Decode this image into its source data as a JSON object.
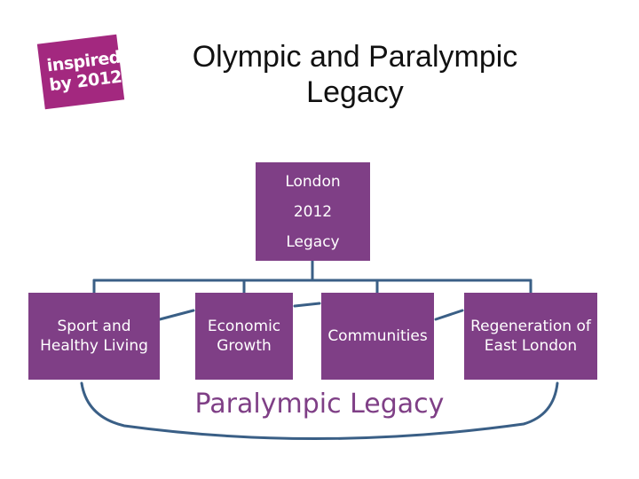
{
  "logo": {
    "line1": "inspired",
    "line2": "by 2012"
  },
  "title": {
    "line1": "Olympic and Paralympic",
    "line2": "Legacy"
  },
  "root": {
    "line1": "London",
    "line2": "2012",
    "line3": "Legacy"
  },
  "children": [
    {
      "line1": "Sport and",
      "line2": "Healthy Living"
    },
    {
      "line1": "Economic",
      "line2": "Growth"
    },
    {
      "line1": "Communities"
    },
    {
      "line1": "Regeneration of",
      "line2": "East London"
    }
  ],
  "footer_label": "Paralympic Legacy",
  "colors": {
    "box": "#7f3f86",
    "logo": "#a3287f",
    "connector": "#3a5f86",
    "footer_text": "#7f3f86"
  }
}
